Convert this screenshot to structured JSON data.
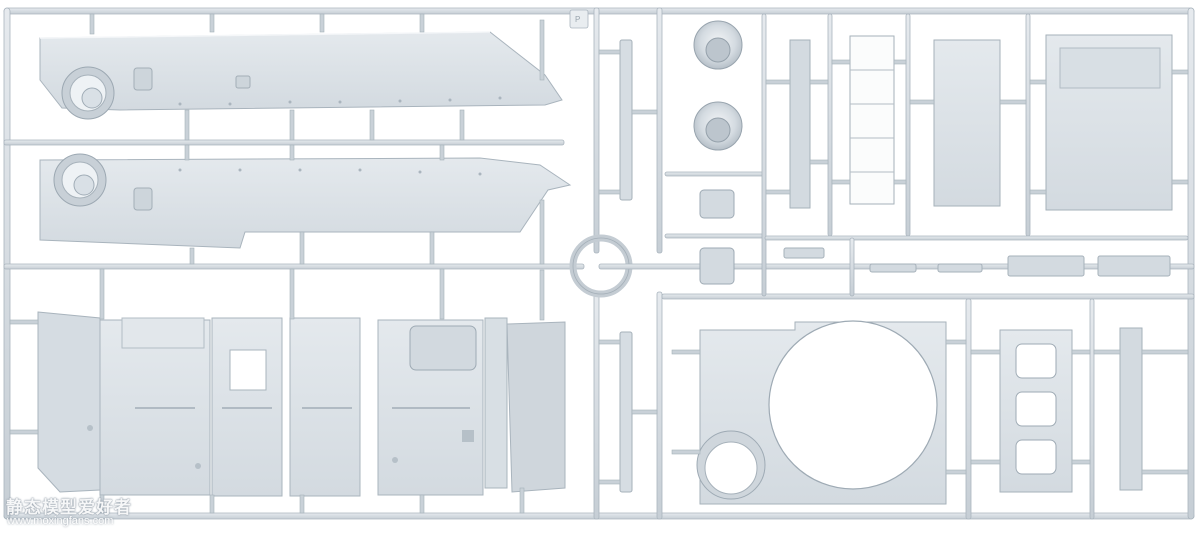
{
  "image": {
    "subject": "plastic-model-kit-sprue",
    "colors": {
      "background": "#ffffff",
      "plastic": "#dde3e8",
      "plastic_dark": "#c3ccd3",
      "edge": "#a9b4bd"
    }
  },
  "sprue_tab": {
    "label": "P"
  },
  "watermark": {
    "chinese_text": "静态模型爱好者",
    "url": "www.moxingfans.com"
  }
}
